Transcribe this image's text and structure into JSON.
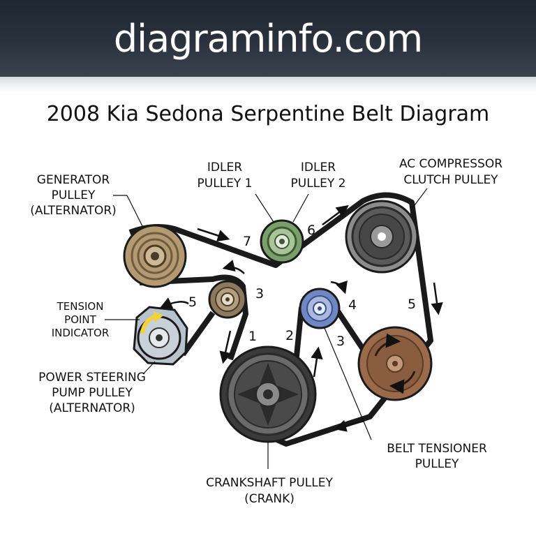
{
  "site": {
    "name": "diagraminfo.com"
  },
  "title": "2008 Kia Sedona Serpentine Belt Diagram",
  "labels": {
    "generator": [
      "GENERATOR",
      "PULLEY",
      "(ALTERNATOR)"
    ],
    "idler1": [
      "IDLER",
      "PULLEY 1"
    ],
    "idler2": [
      "IDLER",
      "PULLEY 2"
    ],
    "ac": [
      "AC COMPRESSOR",
      "CLUTCH PULLEY"
    ],
    "tension_point": [
      "TENSION",
      "POINT",
      "INDICATOR"
    ],
    "power_steering": [
      "POWER STEERING",
      "PUMP PULLEY",
      "(ALTERNATOR)"
    ],
    "crankshaft": [
      "CRANKSHAFT PULLEY",
      "(CRANK)"
    ],
    "belt_tensioner": [
      "BELT TENSIONER",
      "PULLEY"
    ]
  },
  "segment_numbers": {
    "n7": "7",
    "n6": "6",
    "n5_left": "5",
    "n3_left": "3",
    "n1": "1",
    "n2": "2",
    "n4": "4",
    "n3_right": "3",
    "n5_right": "5"
  },
  "colors": {
    "generator": "#b49a72",
    "idler1": "#79a06a",
    "ac": "#8c8c8c",
    "idler_small": "#8d7a5e",
    "tensioner": "#6f87c2",
    "power_steering": "#b8c2cc",
    "water_pump": "#9a6a4a",
    "crank": "#5a5a5a",
    "tension_arrow": "#f2d23a"
  }
}
